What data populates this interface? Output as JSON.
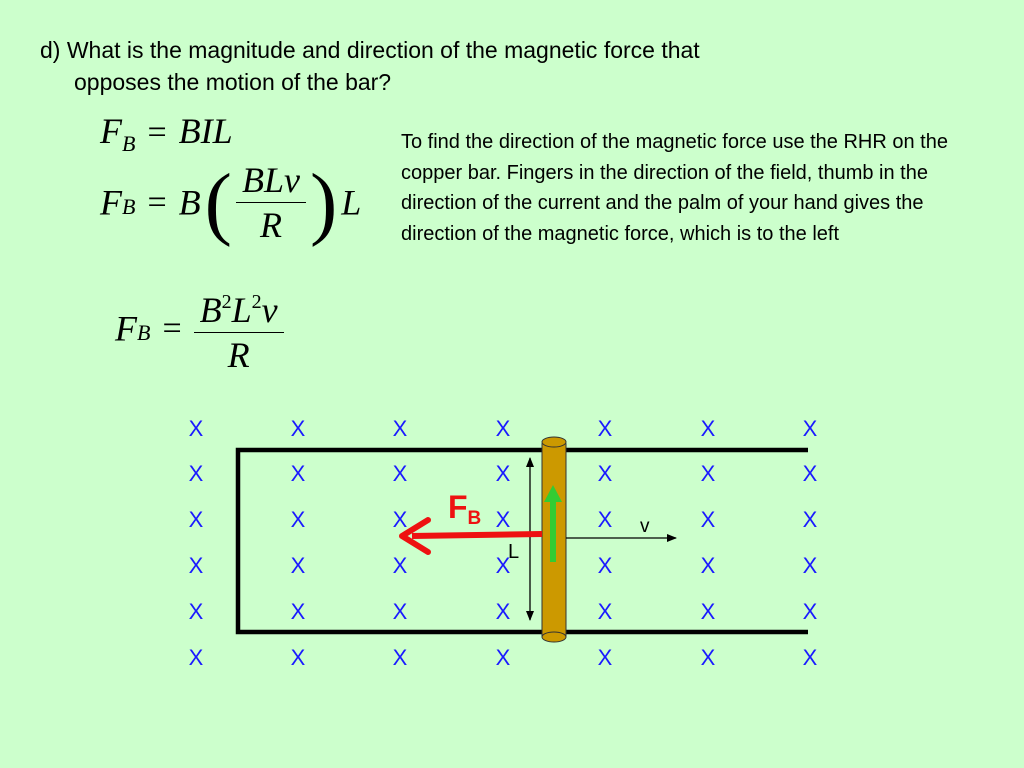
{
  "question": {
    "line1": "d) What is the magnitude and direction of the magnetic force that",
    "line2": "opposes the motion of the bar?"
  },
  "explanation": "To find the direction of the magnetic force use the RHR on the copper bar. Fingers in the direction of the field, thumb in the direction of the current and the palm of your hand gives the direction of the magnetic force, which is to the left",
  "equations": {
    "eq1": {
      "lhs": "F",
      "lhs_sub": "B",
      "op": "=",
      "rhs": "BIL"
    },
    "eq2": {
      "lhs": "F",
      "lhs_sub": "B",
      "op": "=",
      "prefix": "B",
      "num": "BLv",
      "den": "R",
      "suffix": "L"
    },
    "eq3": {
      "lhs": "F",
      "lhs_sub": "B",
      "op": "=",
      "num_b": "B",
      "num_b_exp": "2",
      "num_l": "L",
      "num_l_exp": "2",
      "num_v": "v",
      "den": "R"
    }
  },
  "diagram": {
    "field_symbol": "X",
    "field_color": "#1a1aff",
    "force_label": "F",
    "force_label_sub": "B",
    "force_color": "#ee1111",
    "current_color": "#33cc33",
    "bar_color": "#cc9900",
    "velocity_label": "v",
    "length_label": "L"
  }
}
